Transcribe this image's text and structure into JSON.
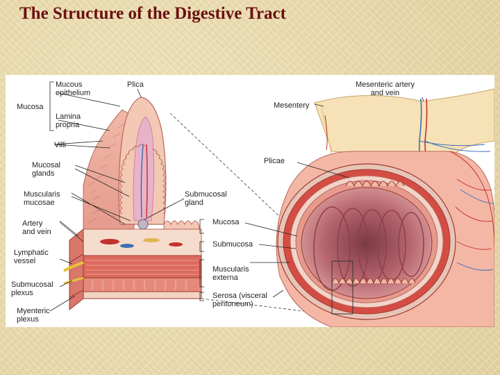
{
  "title": "The Structure of the Digestive Tract",
  "labels": {
    "mucous_epithelium": "Mucous\nepithelium",
    "plica": "Plica",
    "mucosa_group": "Mucosa",
    "lamina_propria": "Lamina\npropria",
    "villi": "Villi",
    "mucosal_glands": "Mucosal\nglands",
    "muscularis_mucosae": "Muscularis\nmucosae",
    "artery_and_vein": "Artery\nand vein",
    "lymphatic_vessel": "Lymphatic\nvessel",
    "submucosal_plexus": "Submucosal\nplexus",
    "myenteric_plexus": "Myenteric\nplexus",
    "submucosal_gland": "Submucosal\ngland",
    "mucosa": "Mucosa",
    "submucosa": "Submucosa",
    "muscularis_externa": "Muscularis\nexterna",
    "serosa": "Serosa (visceral\nperitoneum)",
    "mesenteric_artery_vein": "Mesenteric artery\nand vein",
    "mesentery": "Mesentery",
    "plicae": "Plicae"
  },
  "colors": {
    "title": "#6b0f12",
    "background": "#e9dcb0",
    "tissue_pink": "#e9a9a0",
    "muscle_red": "#c9473e",
    "lumen": "#b56b6e",
    "mesentery": "#f6e2b6"
  }
}
